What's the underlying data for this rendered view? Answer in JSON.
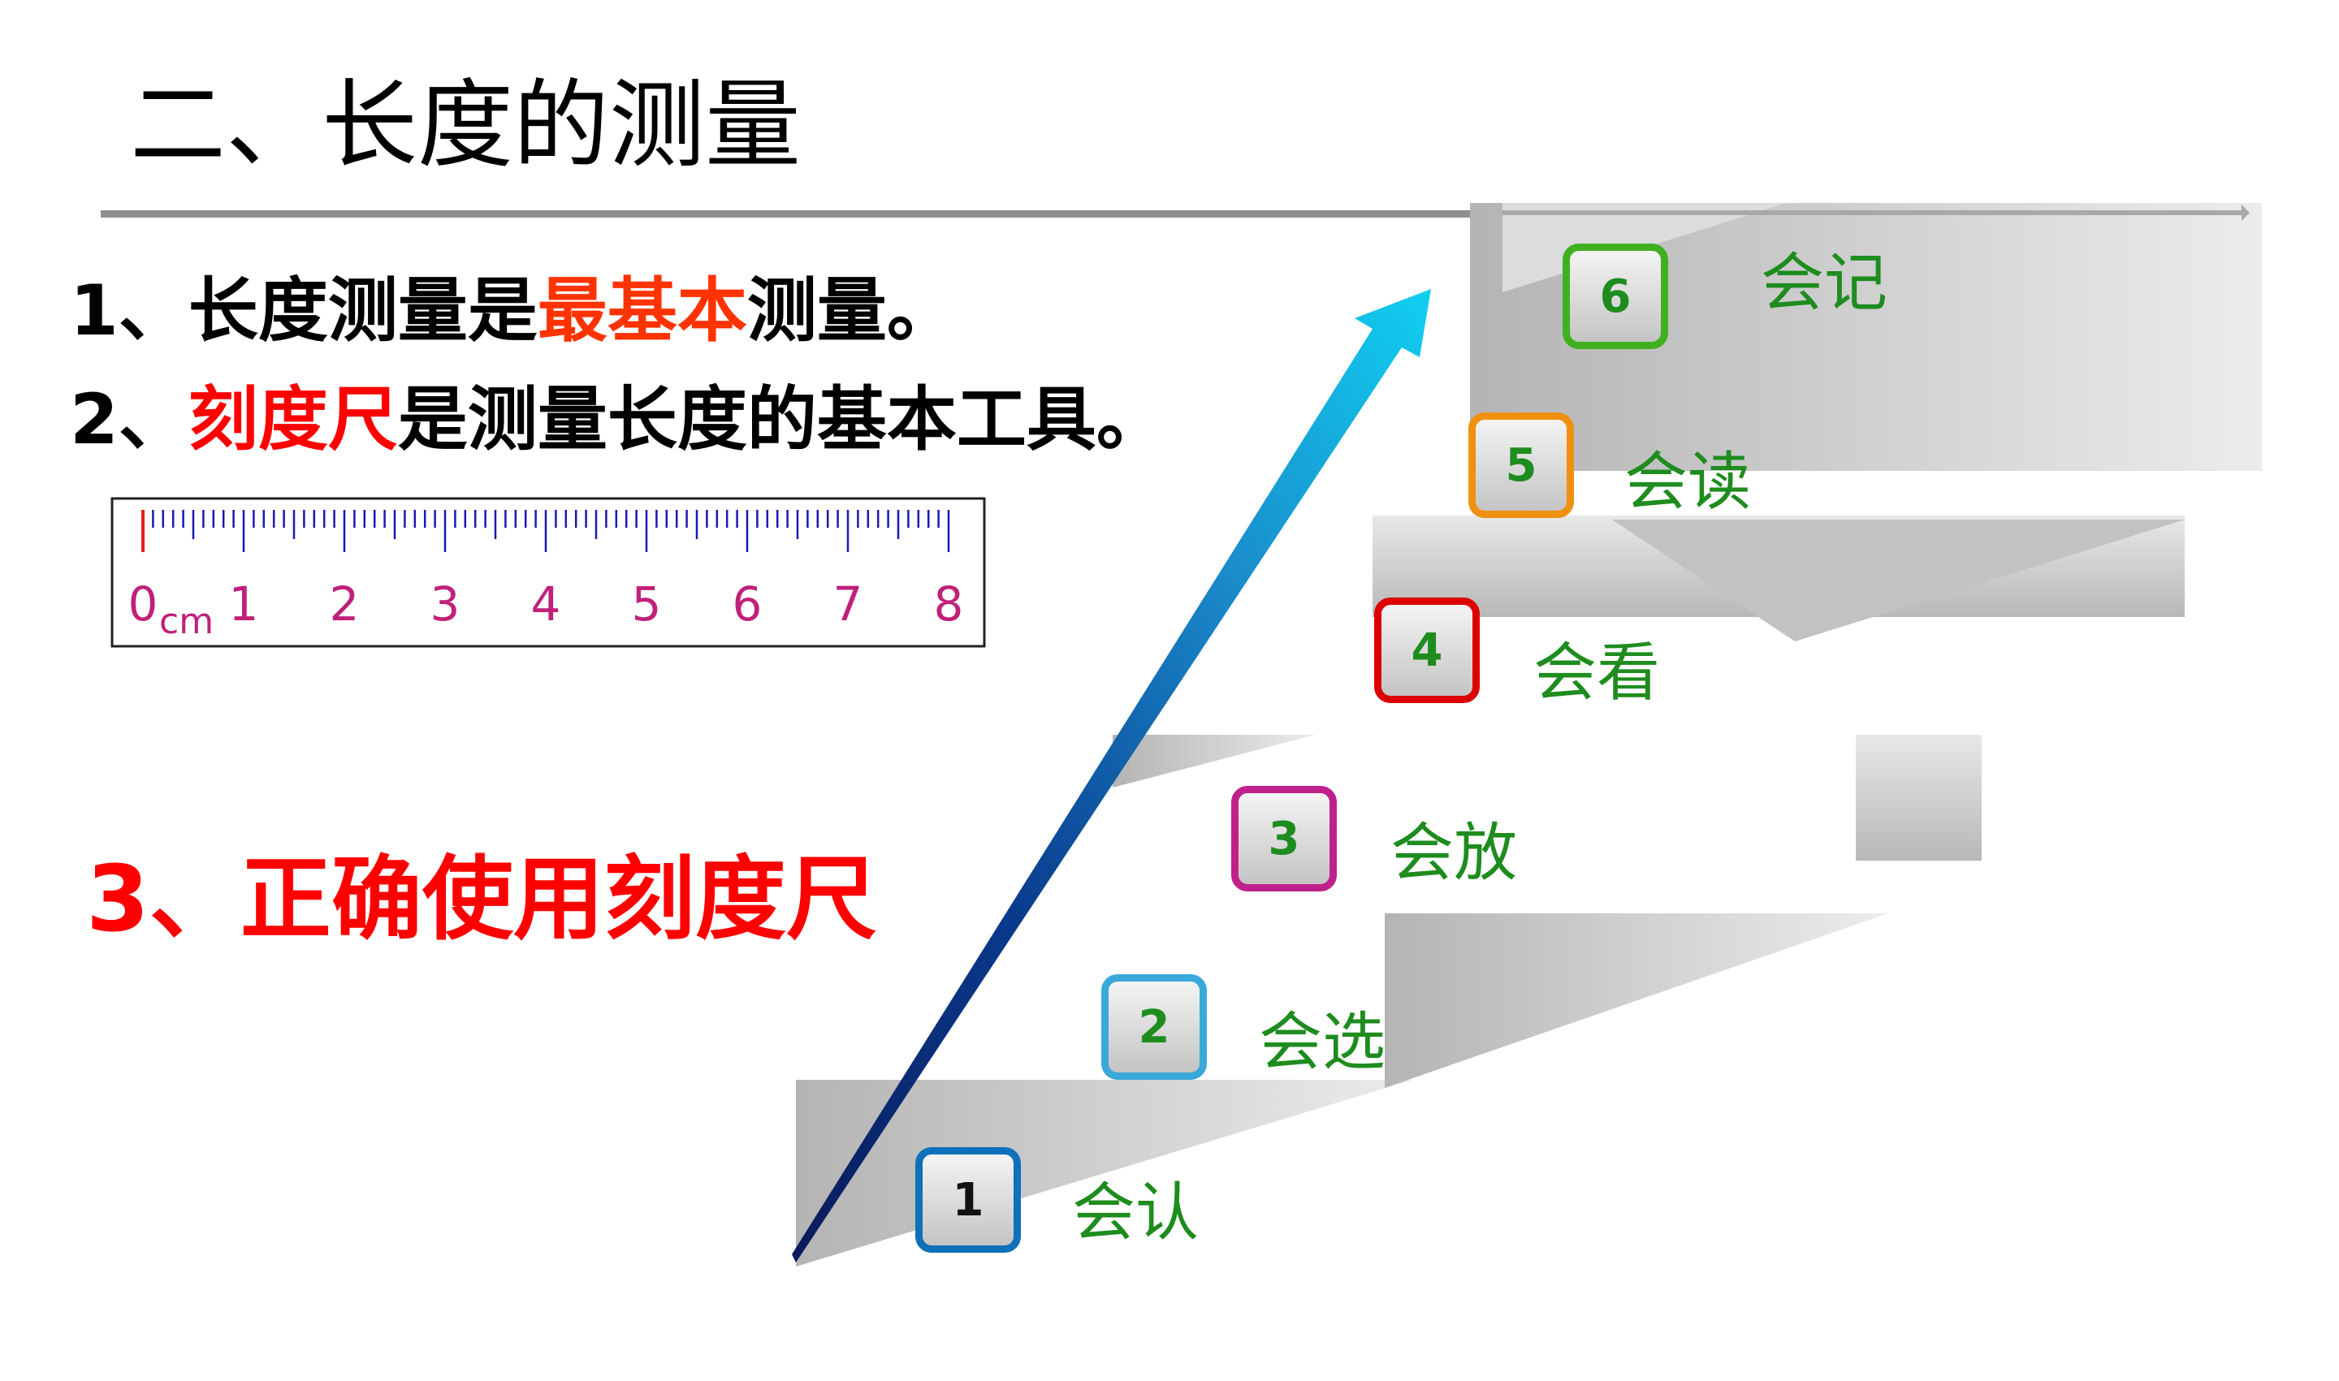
{
  "title": "二、长度的测量",
  "point1": {
    "prefix": "1、长度测量是",
    "highlight": "最基本",
    "suffix": "测量。"
  },
  "point2": {
    "prefix": "2、",
    "highlight": "刻度尺",
    "suffix": "是测量长度的基本工具。"
  },
  "heading3": "3、正确使用刻度尺",
  "ruler": {
    "unit": "cm",
    "labels": [
      "0",
      "1",
      "2",
      "3",
      "4",
      "5",
      "6",
      "7",
      "8"
    ]
  },
  "steps": [
    {
      "number": "1",
      "label": "会认",
      "color": "#1070b8"
    },
    {
      "number": "2",
      "label": "会选",
      "color": "#3aa8d8"
    },
    {
      "number": "3",
      "label": "会放",
      "color": "#c0208c"
    },
    {
      "number": "4",
      "label": "会看",
      "color": "#dd0000"
    },
    {
      "number": "5",
      "label": "会读",
      "color": "#f09010"
    },
    {
      "number": "6",
      "label": "会记",
      "color": "#40b020"
    }
  ],
  "colors": {
    "highlight_orange": "#ff3300",
    "highlight_red": "#ff0000",
    "step_label": "#1e8c1e",
    "ruler_ticks": "#1a1ab0",
    "ruler_numbers": "#c0207a"
  }
}
